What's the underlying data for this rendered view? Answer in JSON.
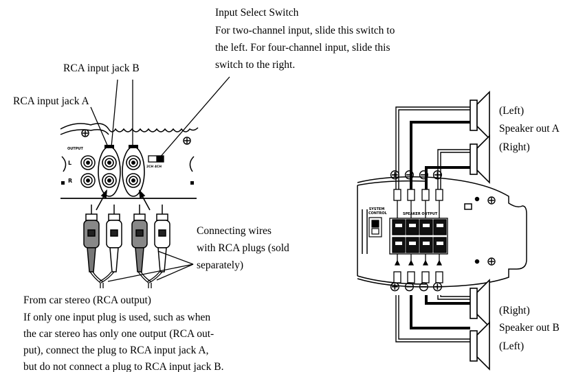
{
  "labels": {
    "input_select_title": "Input Select Switch",
    "input_select_desc": [
      "For two-channel input, slide this switch to",
      "the left. For four-channel input, slide this",
      "switch to the right."
    ],
    "rca_jack_b": "RCA input jack B",
    "rca_jack_a": "RCA input jack A",
    "wires": [
      "Connecting wires",
      "with RCA plugs (sold",
      "separately)"
    ],
    "car_stereo": [
      "From car stereo (RCA output)",
      "If only one input plug is used, such as when",
      "the car stereo has only one output (RCA out-",
      "put), connect the plug to RCA input jack A,",
      "but do not connect a plug to RCA input jack B."
    ],
    "top_left": "(Left)",
    "speaker_a": "Speaker out A",
    "top_right": "(Right)",
    "bottom_right": "(Right)",
    "speaker_b": "Speaker out B",
    "bottom_left": "(Left)"
  },
  "panel_text": {
    "output": "OUTPUT",
    "l": "L",
    "r": "R",
    "switch_marks": "2CH 4CH",
    "system_control": "SYSTEM CONTROL",
    "speaker_output": "SPEAKER OUTPUT"
  },
  "polarity": {
    "top": [
      "⊕",
      "⊖",
      "⊖",
      "⊕"
    ],
    "bottom": [
      "⊕",
      "⊖",
      "⊖",
      "⊕"
    ]
  }
}
